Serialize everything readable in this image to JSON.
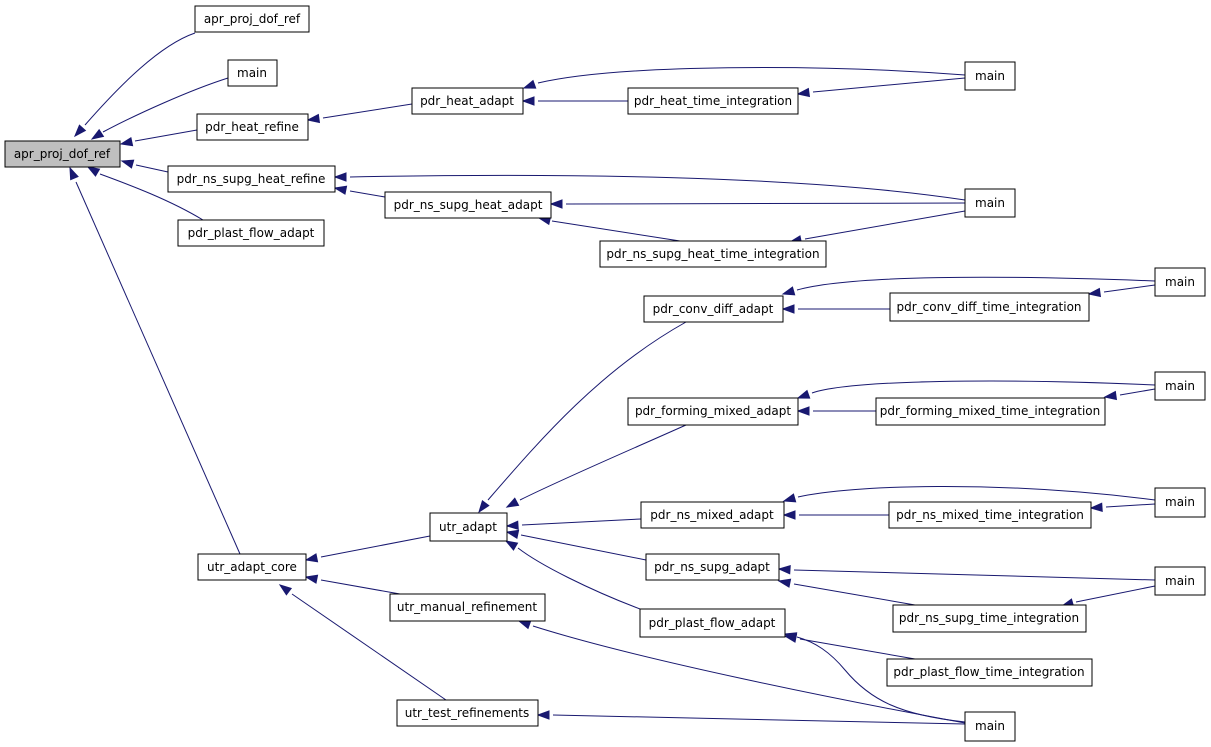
{
  "graph": {
    "root": "apr_proj_dof_ref",
    "edge_color": "#191970",
    "root_fill": "#bfbfbf",
    "nodes": [
      {
        "id": "n0",
        "label": "apr_proj_dof_ref"
      },
      {
        "id": "n1",
        "label": "apr_proj_dof_ref"
      },
      {
        "id": "n2",
        "label": "main"
      },
      {
        "id": "n3",
        "label": "pdr_heat_refine"
      },
      {
        "id": "n4",
        "label": "pdr_ns_supg_heat_refine"
      },
      {
        "id": "n5",
        "label": "pdr_plast_flow_adapt"
      },
      {
        "id": "n6",
        "label": "utr_adapt_core"
      },
      {
        "id": "n7",
        "label": "pdr_heat_adapt"
      },
      {
        "id": "n8",
        "label": "pdr_heat_time_integration"
      },
      {
        "id": "n9",
        "label": "main"
      },
      {
        "id": "n10",
        "label": "pdr_ns_supg_heat_adapt"
      },
      {
        "id": "n11",
        "label": "main"
      },
      {
        "id": "n12",
        "label": "pdr_ns_supg_heat_time_integration"
      },
      {
        "id": "n13",
        "label": "utr_adapt"
      },
      {
        "id": "n14",
        "label": "utr_manual_refinement"
      },
      {
        "id": "n15",
        "label": "utr_test_refinements"
      },
      {
        "id": "n16",
        "label": "pdr_conv_diff_adapt"
      },
      {
        "id": "n17",
        "label": "pdr_conv_diff_time_integration"
      },
      {
        "id": "n18",
        "label": "main"
      },
      {
        "id": "n19",
        "label": "pdr_forming_mixed_adapt"
      },
      {
        "id": "n20",
        "label": "pdr_forming_mixed_time_integration"
      },
      {
        "id": "n21",
        "label": "main"
      },
      {
        "id": "n22",
        "label": "pdr_ns_mixed_adapt"
      },
      {
        "id": "n23",
        "label": "pdr_ns_mixed_time_integration"
      },
      {
        "id": "n24",
        "label": "main"
      },
      {
        "id": "n25",
        "label": "pdr_ns_supg_adapt"
      },
      {
        "id": "n26",
        "label": "pdr_ns_supg_time_integration"
      },
      {
        "id": "n27",
        "label": "main"
      },
      {
        "id": "n28",
        "label": "pdr_plast_flow_adapt"
      },
      {
        "id": "n29",
        "label": "pdr_plast_flow_time_integration"
      },
      {
        "id": "n30",
        "label": "main"
      }
    ],
    "edges": [
      {
        "from": "n1",
        "to": "n0"
      },
      {
        "from": "n2",
        "to": "n0"
      },
      {
        "from": "n3",
        "to": "n0"
      },
      {
        "from": "n4",
        "to": "n0"
      },
      {
        "from": "n5",
        "to": "n0"
      },
      {
        "from": "n6",
        "to": "n0"
      },
      {
        "from": "n7",
        "to": "n3"
      },
      {
        "from": "n8",
        "to": "n7"
      },
      {
        "from": "n9",
        "to": "n7"
      },
      {
        "from": "n9",
        "to": "n8"
      },
      {
        "from": "n10",
        "to": "n4"
      },
      {
        "from": "n11",
        "to": "n4"
      },
      {
        "from": "n11",
        "to": "n10"
      },
      {
        "from": "n12",
        "to": "n10"
      },
      {
        "from": "n11",
        "to": "n12"
      },
      {
        "from": "n13",
        "to": "n6"
      },
      {
        "from": "n14",
        "to": "n6"
      },
      {
        "from": "n15",
        "to": "n6"
      },
      {
        "from": "n16",
        "to": "n13"
      },
      {
        "from": "n19",
        "to": "n13"
      },
      {
        "from": "n22",
        "to": "n13"
      },
      {
        "from": "n25",
        "to": "n13"
      },
      {
        "from": "n28",
        "to": "n13"
      },
      {
        "from": "n17",
        "to": "n16"
      },
      {
        "from": "n18",
        "to": "n16"
      },
      {
        "from": "n18",
        "to": "n17"
      },
      {
        "from": "n20",
        "to": "n19"
      },
      {
        "from": "n21",
        "to": "n19"
      },
      {
        "from": "n21",
        "to": "n20"
      },
      {
        "from": "n23",
        "to": "n22"
      },
      {
        "from": "n24",
        "to": "n22"
      },
      {
        "from": "n24",
        "to": "n23"
      },
      {
        "from": "n26",
        "to": "n25"
      },
      {
        "from": "n27",
        "to": "n25"
      },
      {
        "from": "n27",
        "to": "n26"
      },
      {
        "from": "n29",
        "to": "n28"
      },
      {
        "from": "n30",
        "to": "n28"
      },
      {
        "from": "n30",
        "to": "n14"
      },
      {
        "from": "n30",
        "to": "n15"
      }
    ]
  }
}
